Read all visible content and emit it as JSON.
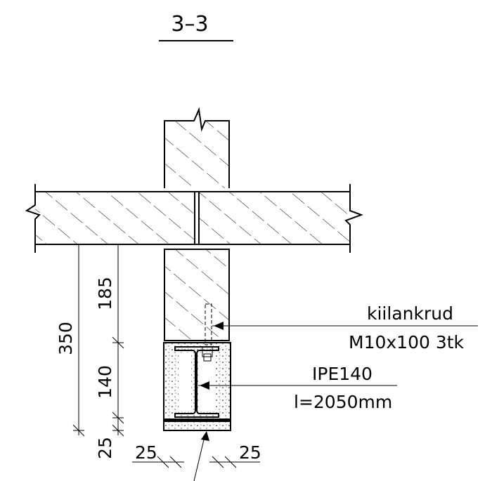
{
  "section": {
    "title": "3–3"
  },
  "labels": {
    "anchor_name": "kiilankrud",
    "anchor_spec": "M10x100  3tk",
    "beam_name": "IPE140",
    "beam_length": "l=2050mm"
  },
  "dimensions": {
    "total_height": "350",
    "upper_height": "185",
    "beam_height": "140",
    "bottom_cover": "25",
    "left_cover": "25",
    "right_cover": "25"
  }
}
